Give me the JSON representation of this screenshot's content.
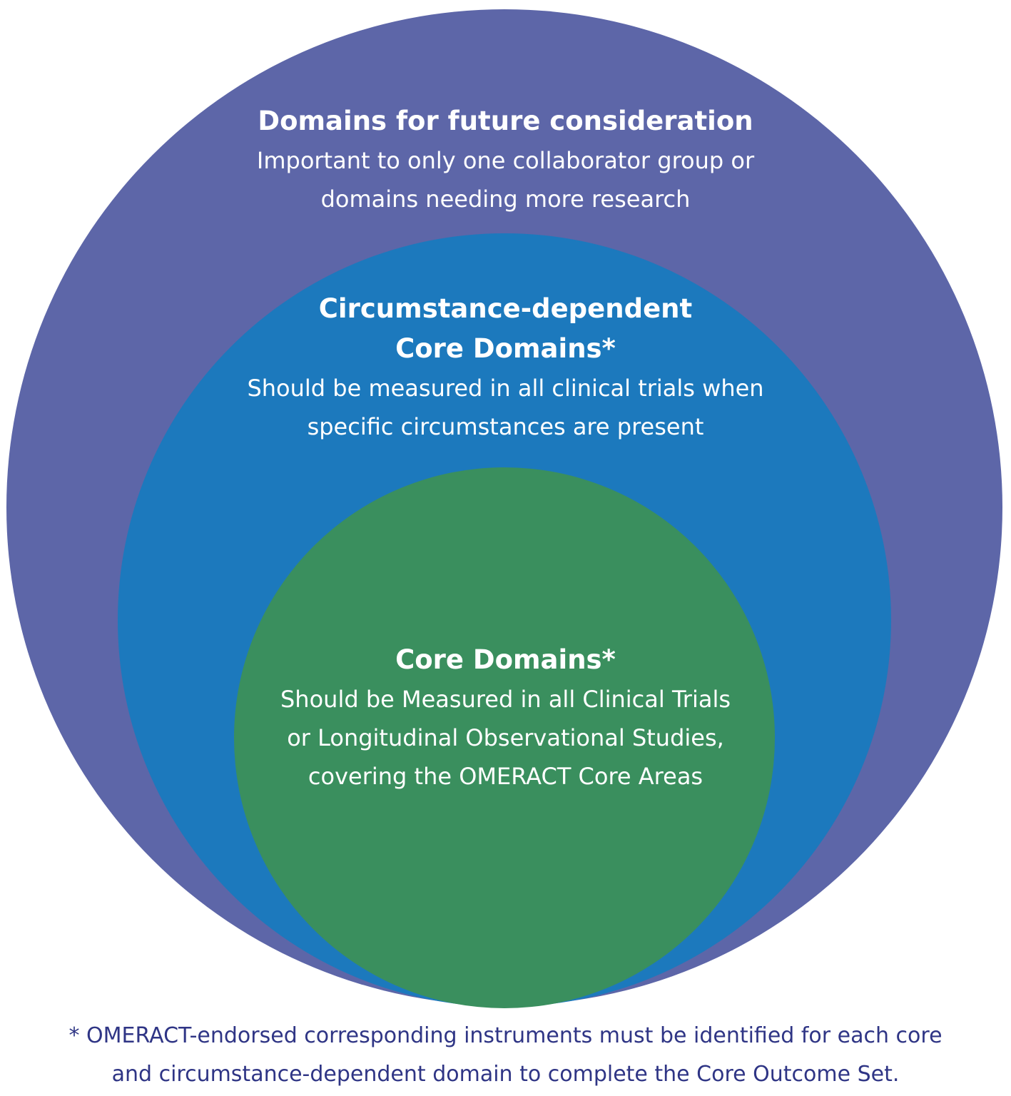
{
  "colors": {
    "outer": "#5d66a8",
    "middle": "#1c79bd",
    "inner": "#3a8f5e",
    "footnote_text": "#2f3585"
  },
  "outer": {
    "title": "Domains for future consideration",
    "description_lines": [
      "Important to only one collaborator group or",
      "domains needing more research"
    ]
  },
  "middle": {
    "title_lines": [
      "Circumstance-dependent",
      "Core Domains*"
    ],
    "description_lines": [
      "Should be measured in all clinical trials when",
      "specific circumstances are present"
    ]
  },
  "inner": {
    "title": "Core Domains*",
    "description_lines": [
      "Should be Measured in all Clinical Trials",
      "or Longitudinal Observational Studies,",
      "covering the OMERACT Core Areas"
    ]
  },
  "footnote_lines": [
    "* OMERACT-endorsed corresponding instruments must be identified for each core",
    "and circumstance-dependent domain to complete the Core Outcome Set."
  ]
}
